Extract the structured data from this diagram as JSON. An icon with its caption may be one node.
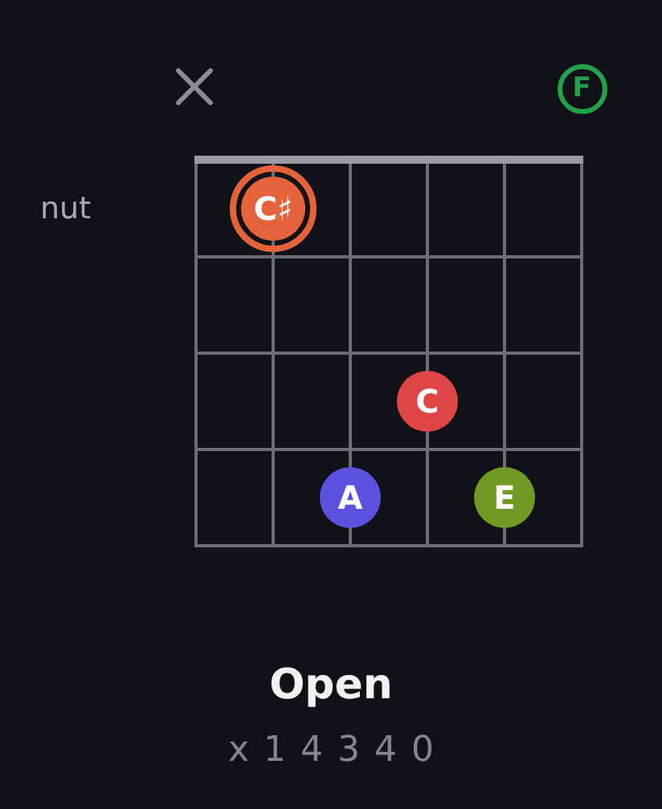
{
  "diagram": {
    "title": "Open",
    "nodes": [
      {
        "text": [
          "F"
        ]
      },
      {
        "text": [
          "C♯"
        ]
      },
      {
        "text": [
          "C"
        ]
      },
      {
        "text": [
          "A"
        ]
      },
      {
        "text": [
          "E"
        ]
      }
    ],
    "labels": [
      "nut",
      "x 1 4 3 4 0"
    ]
  }
}
